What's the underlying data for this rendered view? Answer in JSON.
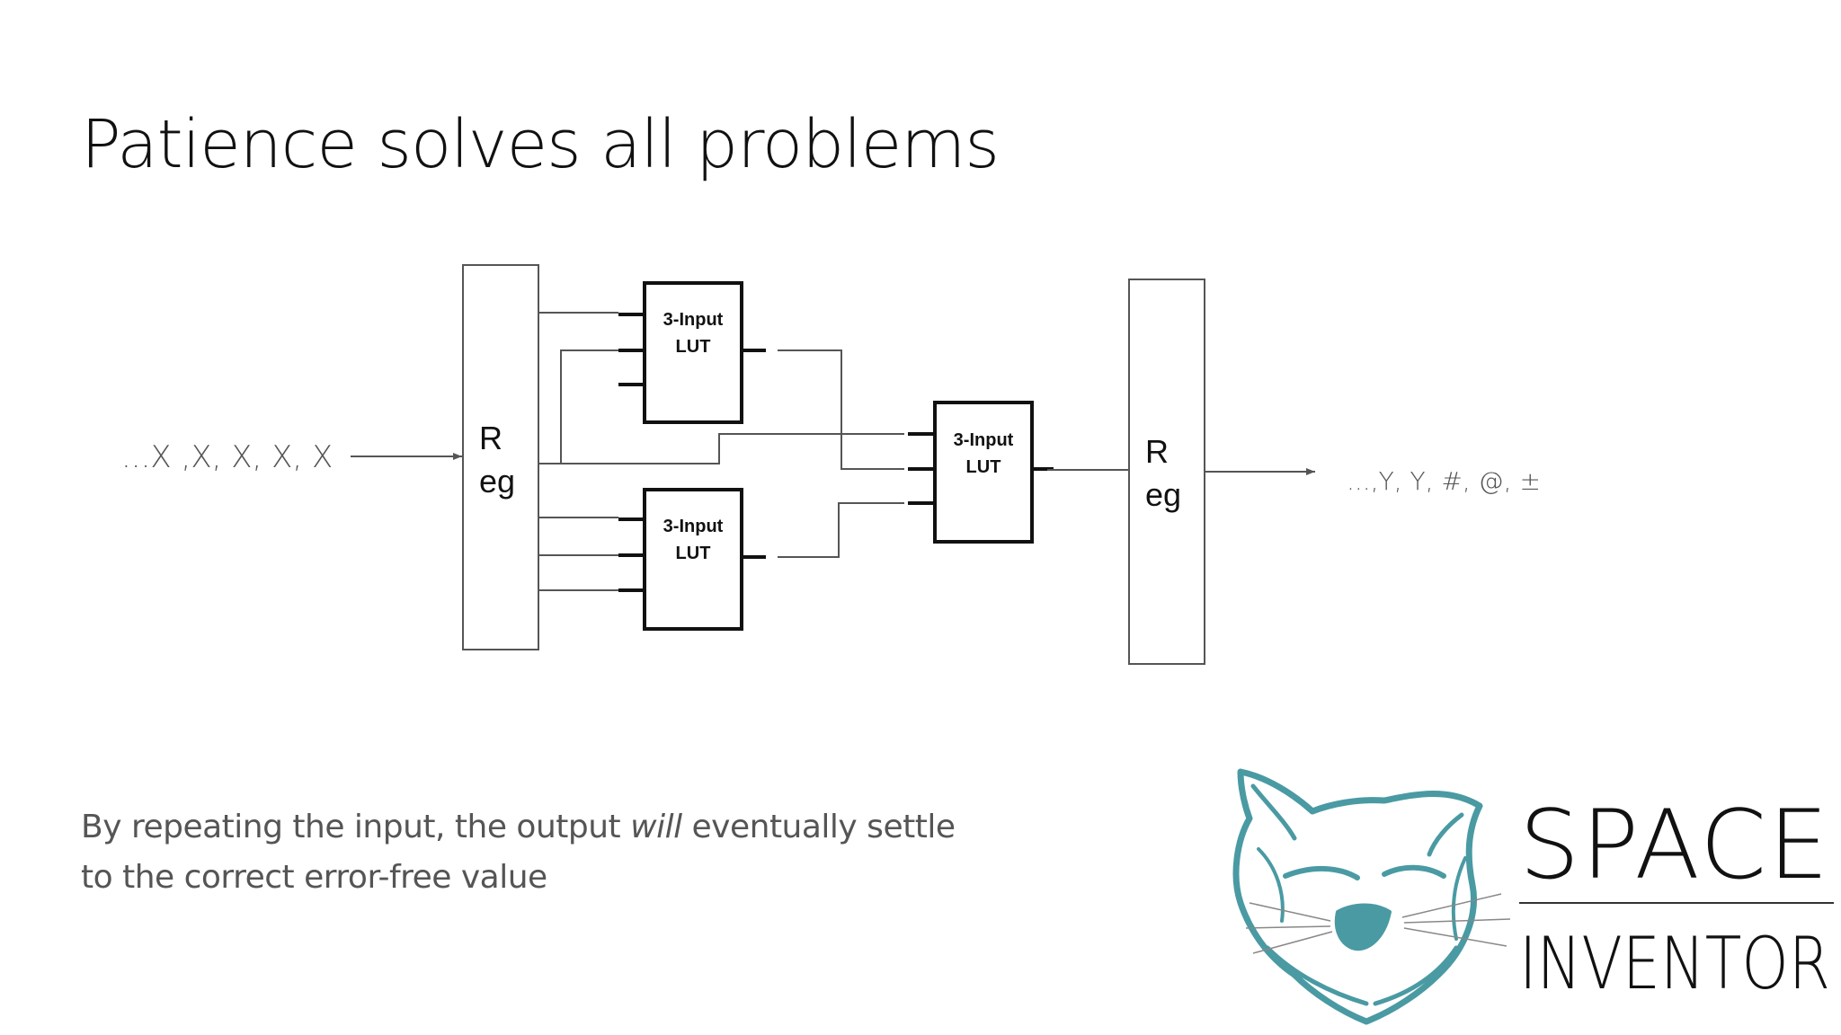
{
  "slide": {
    "title": "Patience solves all problems",
    "footnote": {
      "part1": "By repeating the input, the output ",
      "emphasis": "will",
      "part2": " eventually settle",
      "line2": "to the correct error-free value"
    }
  },
  "diagram": {
    "input_stream": "...X ,X, X, X, X",
    "output_stream": "...,Y, Y, #, @, ±",
    "register_label_line1": "R",
    "register_label_line2": "eg",
    "lut_label_line1": "3-Input",
    "lut_label_line2": "LUT"
  },
  "logo": {
    "brand_line1": "SPACE",
    "brand_line2": "INVENTOR",
    "accent_color": "#4a9aa3"
  }
}
